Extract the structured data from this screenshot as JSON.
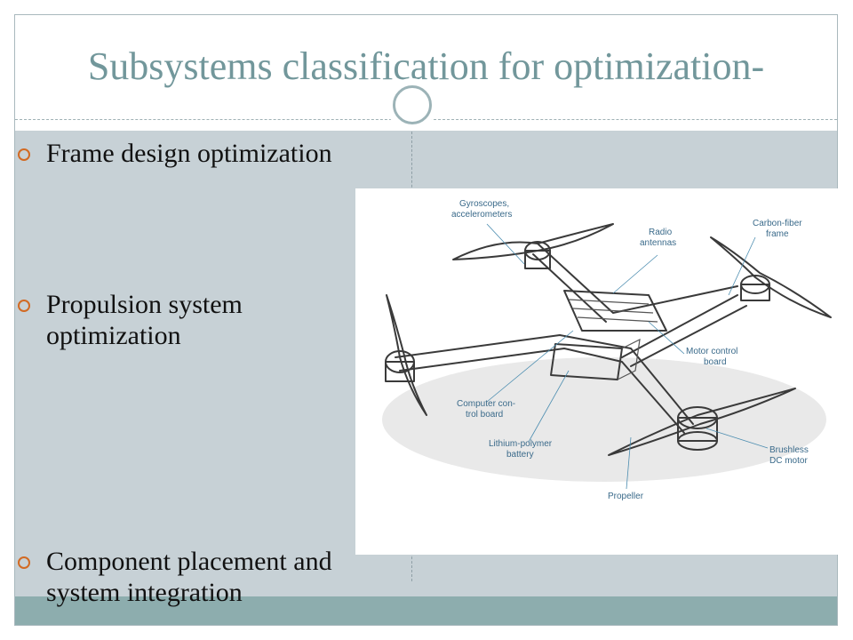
{
  "slide": {
    "title": "Subsystems classification for optimization-",
    "bullets": [
      {
        "lines": [
          "Frame design optimization"
        ]
      },
      {
        "lines": [
          " Propulsion system",
          "optimization"
        ]
      },
      {
        "lines": [
          " Component placement and",
          "system integration"
        ]
      }
    ]
  },
  "diagram": {
    "labels": {
      "gyro_line1": "Gyroscopes,",
      "gyro_line2": "accelerometers",
      "radio_line1": "Radio",
      "radio_line2": "antennas",
      "frame_line1": "Carbon-fiber",
      "frame_line2": "frame",
      "motor_ctrl_line1": "Motor control",
      "motor_ctrl_line2": "board",
      "computer_line1": "Computer con-",
      "computer_line2": "trol board",
      "battery_line1": "Lithium-polymer",
      "battery_line2": "battery",
      "brushless_line1": "Brushless",
      "brushless_line2": "DC motor",
      "propeller": "Propeller"
    }
  },
  "colors": {
    "title": "#72979b",
    "content_bg": "#c7d1d6",
    "footer_bg": "#8dadae",
    "bullet_mark": "#d26a23",
    "label": "#3a6a8a"
  }
}
